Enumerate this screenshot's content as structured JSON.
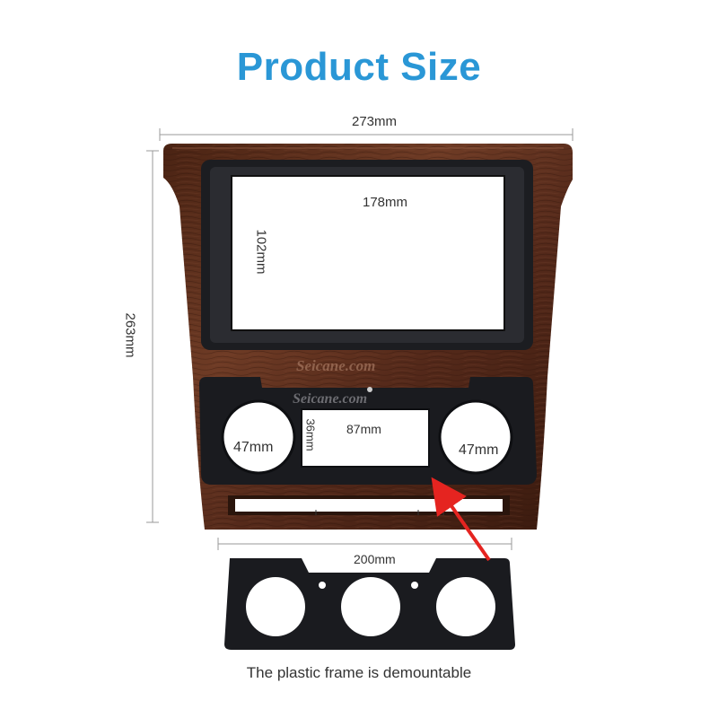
{
  "title": "Product Size",
  "caption": "The plastic frame is demountable",
  "watermark": "Seicane.com",
  "dimensions": {
    "overall_width": "273mm",
    "overall_height": "263mm",
    "screen_width": "178mm",
    "screen_height": "102mm",
    "panel_width": "87mm",
    "panel_height": "36mm",
    "knob_left": "47mm",
    "knob_right": "47mm",
    "plastic_frame_width": "200mm"
  },
  "colors": {
    "title": "#2a97d6",
    "wood_dark": "#3e1d10",
    "wood_mid": "#6b3a24",
    "frame_black": "#1a1b1f",
    "arrow": "#e52420",
    "dim_line": "#9a9a9a"
  }
}
